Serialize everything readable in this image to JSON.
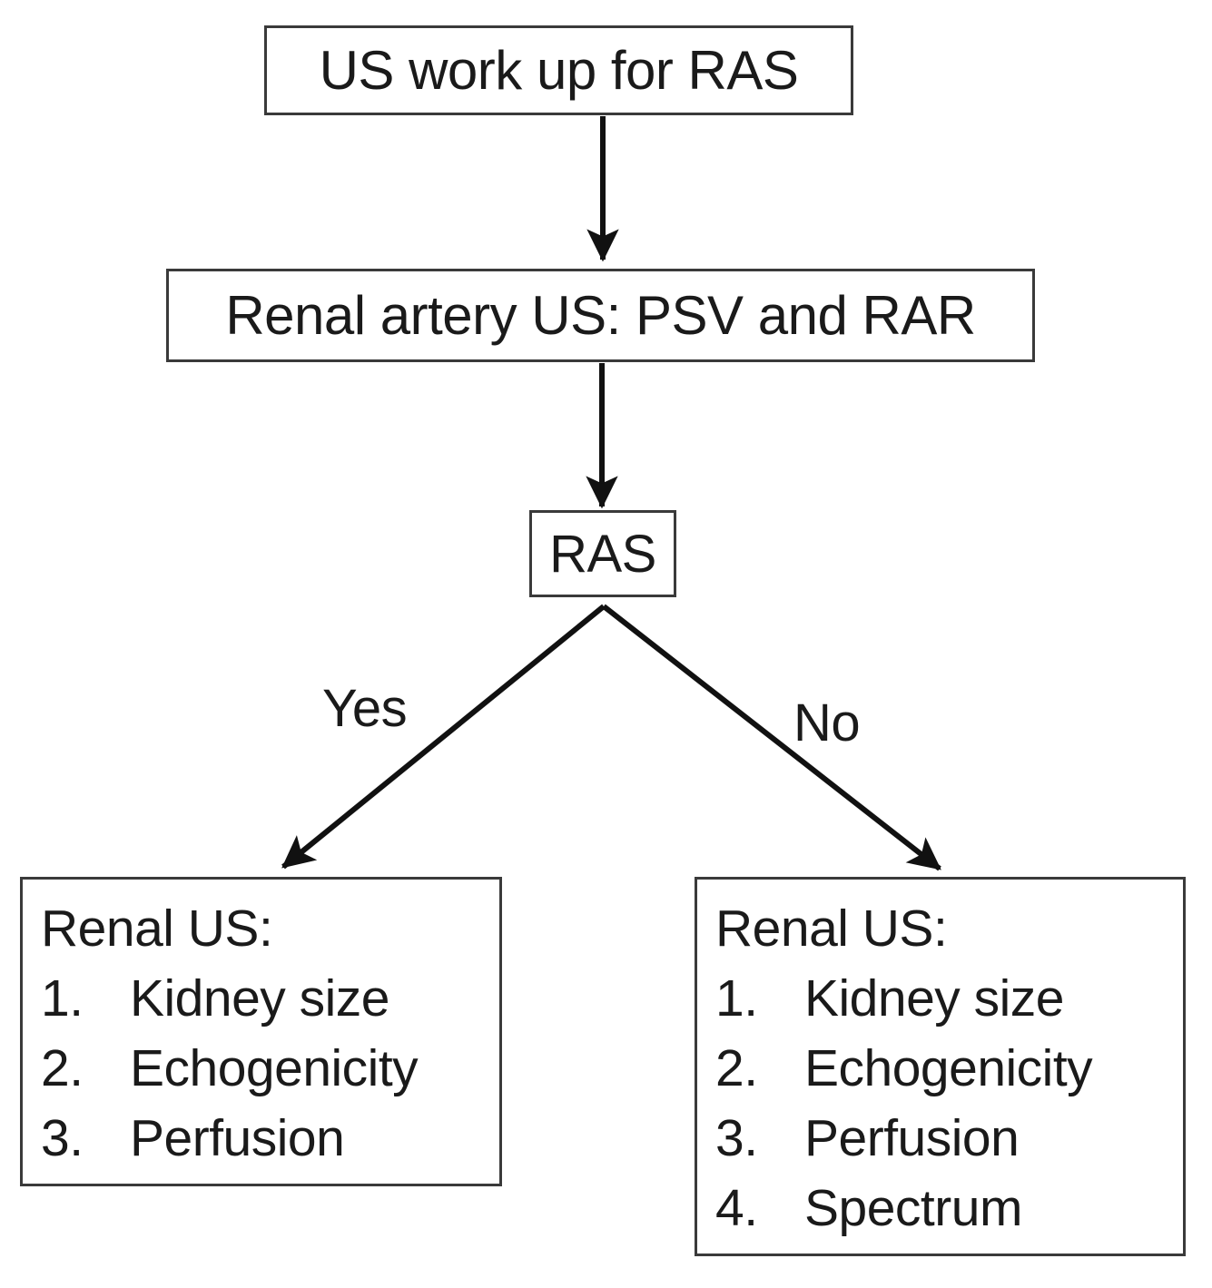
{
  "diagram": {
    "title": "US work up for RAS flowchart",
    "background": "#ffffff",
    "stroke_color": "#3a3a3a",
    "text_color": "#1a1a1a",
    "nodes": {
      "start": {
        "label": "US work up for RAS"
      },
      "renal_artery_us": {
        "label": "Renal artery US: PSV and RAR"
      },
      "decision": {
        "label": "RAS"
      },
      "yes_branch": {
        "title": "Renal US:",
        "items": [
          {
            "num": "1.",
            "text": "Kidney size"
          },
          {
            "num": "2.",
            "text": "Echogenicity"
          },
          {
            "num": "3.",
            "text": "Perfusion"
          }
        ]
      },
      "no_branch": {
        "title": "Renal US:",
        "items": [
          {
            "num": "1.",
            "text": "Kidney size"
          },
          {
            "num": "2.",
            "text": "Echogenicity"
          },
          {
            "num": "3.",
            "text": "Perfusion"
          },
          {
            "num": "4.",
            "text": "Spectrum"
          }
        ]
      }
    },
    "edges": {
      "yes_label": "Yes",
      "no_label": "No"
    }
  }
}
